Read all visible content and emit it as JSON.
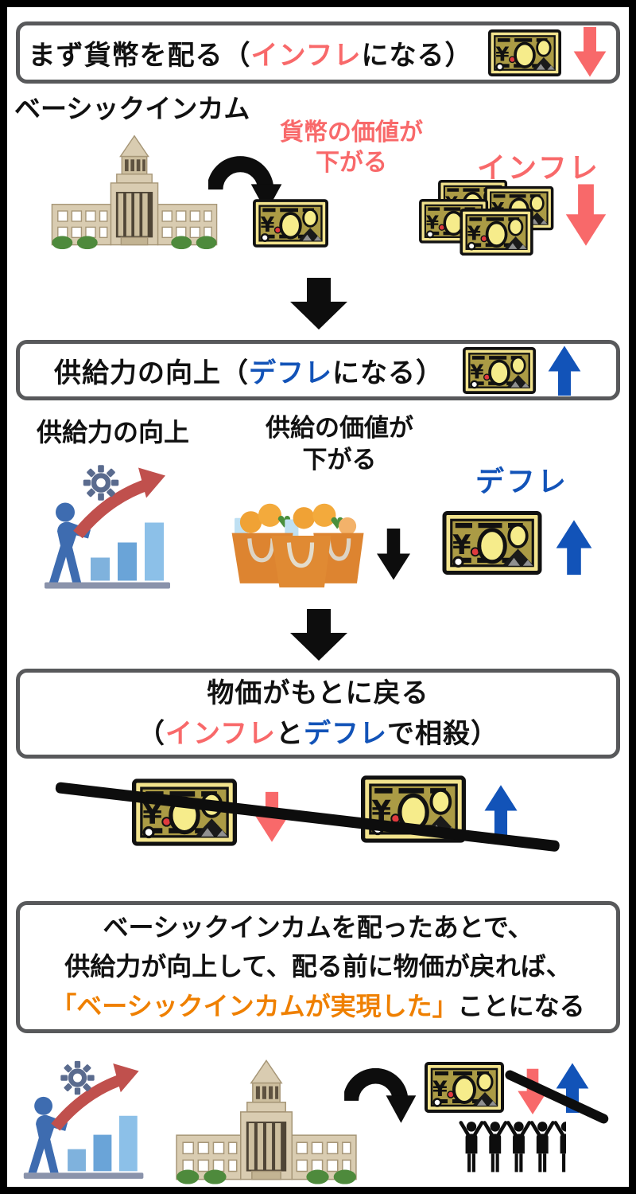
{
  "colors": {
    "inflation_red": "#f8696a",
    "deflation_blue": "#1253b8",
    "highlight_orange": "#ef8000",
    "box_border_gray": "#58595b",
    "arrow_black": "#0d0d0d",
    "banknote_gold": "#ab9b45",
    "banknote_pale": "#f2e38d"
  },
  "box1": {
    "pre": "まず貨幣を配る（",
    "highlight": "インフレ",
    "post": "になる）"
  },
  "section1": {
    "title": "ベーシックインカム",
    "caption_line1": "貨幣の価値が",
    "caption_line2": "下がる",
    "label": "インフレ"
  },
  "box2": {
    "pre": "供給力の向上（",
    "highlight": "デフレ",
    "post": "になる）"
  },
  "section2": {
    "supply_title": "供給力の向上",
    "caption_line1": "供給の価値が",
    "caption_line2": "下がる",
    "label": "デフレ"
  },
  "box3": {
    "line1": "物価がもとに戻る",
    "line2_open": "（",
    "line2_inflation": "インフレ",
    "line2_and": "と",
    "line2_deflation": "デフレ",
    "line2_close": "で相殺）"
  },
  "box4": {
    "line1": "ベーシックインカムを配ったあとで、",
    "line2": "供給力が向上して、配る前に物価が戻れば、",
    "line3_highlight": "「ベーシックインカムが実現した」",
    "line3_rest": "ことになる"
  },
  "icons": {
    "yen_banknote": "yen-banknote",
    "banknote_stack": "banknote-stack",
    "red_down_arrow": "red-down-arrow",
    "blue_up_arrow": "blue-up-arrow",
    "black_down_arrow": "black-down-arrow",
    "curved_hand_out_arrow": "curved-arrow",
    "diet_building": "national-diet-building",
    "productivity_growth": "productivity-growth-chart",
    "shopping_bags": "grocery-shopping-bags",
    "cheering_crowd": "cheering-crowd",
    "strike_line": "cancel-strike-line"
  }
}
